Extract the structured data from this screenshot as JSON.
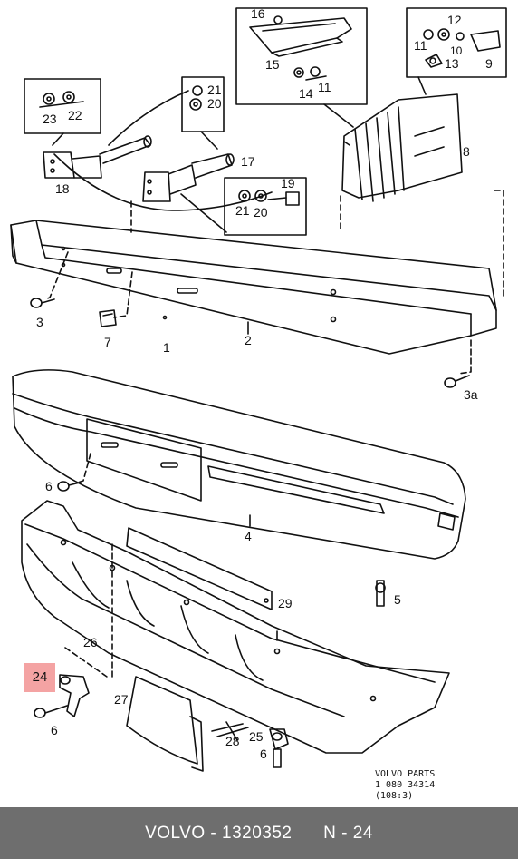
{
  "callouts": [
    {
      "id": "c16",
      "text": "16"
    },
    {
      "id": "c15",
      "text": "15"
    },
    {
      "id": "c14",
      "text": "14"
    },
    {
      "id": "c11a",
      "text": "11"
    },
    {
      "id": "c12",
      "text": "12"
    },
    {
      "id": "c11b",
      "text": "11"
    },
    {
      "id": "c10",
      "text": "10"
    },
    {
      "id": "c13",
      "text": "13"
    },
    {
      "id": "c9",
      "text": "9"
    },
    {
      "id": "c23",
      "text": "23"
    },
    {
      "id": "c22",
      "text": "22"
    },
    {
      "id": "c21a",
      "text": "21"
    },
    {
      "id": "c20a",
      "text": "20"
    },
    {
      "id": "c8",
      "text": "8"
    },
    {
      "id": "c17",
      "text": "17"
    },
    {
      "id": "c18",
      "text": "18"
    },
    {
      "id": "c19",
      "text": "19"
    },
    {
      "id": "c21b",
      "text": "21"
    },
    {
      "id": "c20b",
      "text": "20"
    },
    {
      "id": "c3",
      "text": "3"
    },
    {
      "id": "c7",
      "text": "7"
    },
    {
      "id": "c1",
      "text": "1"
    },
    {
      "id": "c2",
      "text": "2"
    },
    {
      "id": "c3a",
      "text": "3a"
    },
    {
      "id": "c6a",
      "text": "6"
    },
    {
      "id": "c4",
      "text": "4"
    },
    {
      "id": "c5",
      "text": "5"
    },
    {
      "id": "c29",
      "text": "29"
    },
    {
      "id": "c26",
      "text": "26"
    },
    {
      "id": "c27",
      "text": "27"
    },
    {
      "id": "c6b",
      "text": "6"
    },
    {
      "id": "c28",
      "text": "28"
    },
    {
      "id": "c25",
      "text": "25"
    },
    {
      "id": "c6c",
      "text": "6"
    }
  ],
  "highlighted_callout": "24",
  "stamp": {
    "line1": "VOLVO PARTS",
    "line2": "1  080  34314",
    "line3": "(108:3)"
  },
  "footer": {
    "brand": "VOLVO",
    "part_number": "1320352",
    "position": "N - 24"
  },
  "colors": {
    "highlight": "#f4a3a3",
    "footer_bg": "#6e6e6e"
  }
}
